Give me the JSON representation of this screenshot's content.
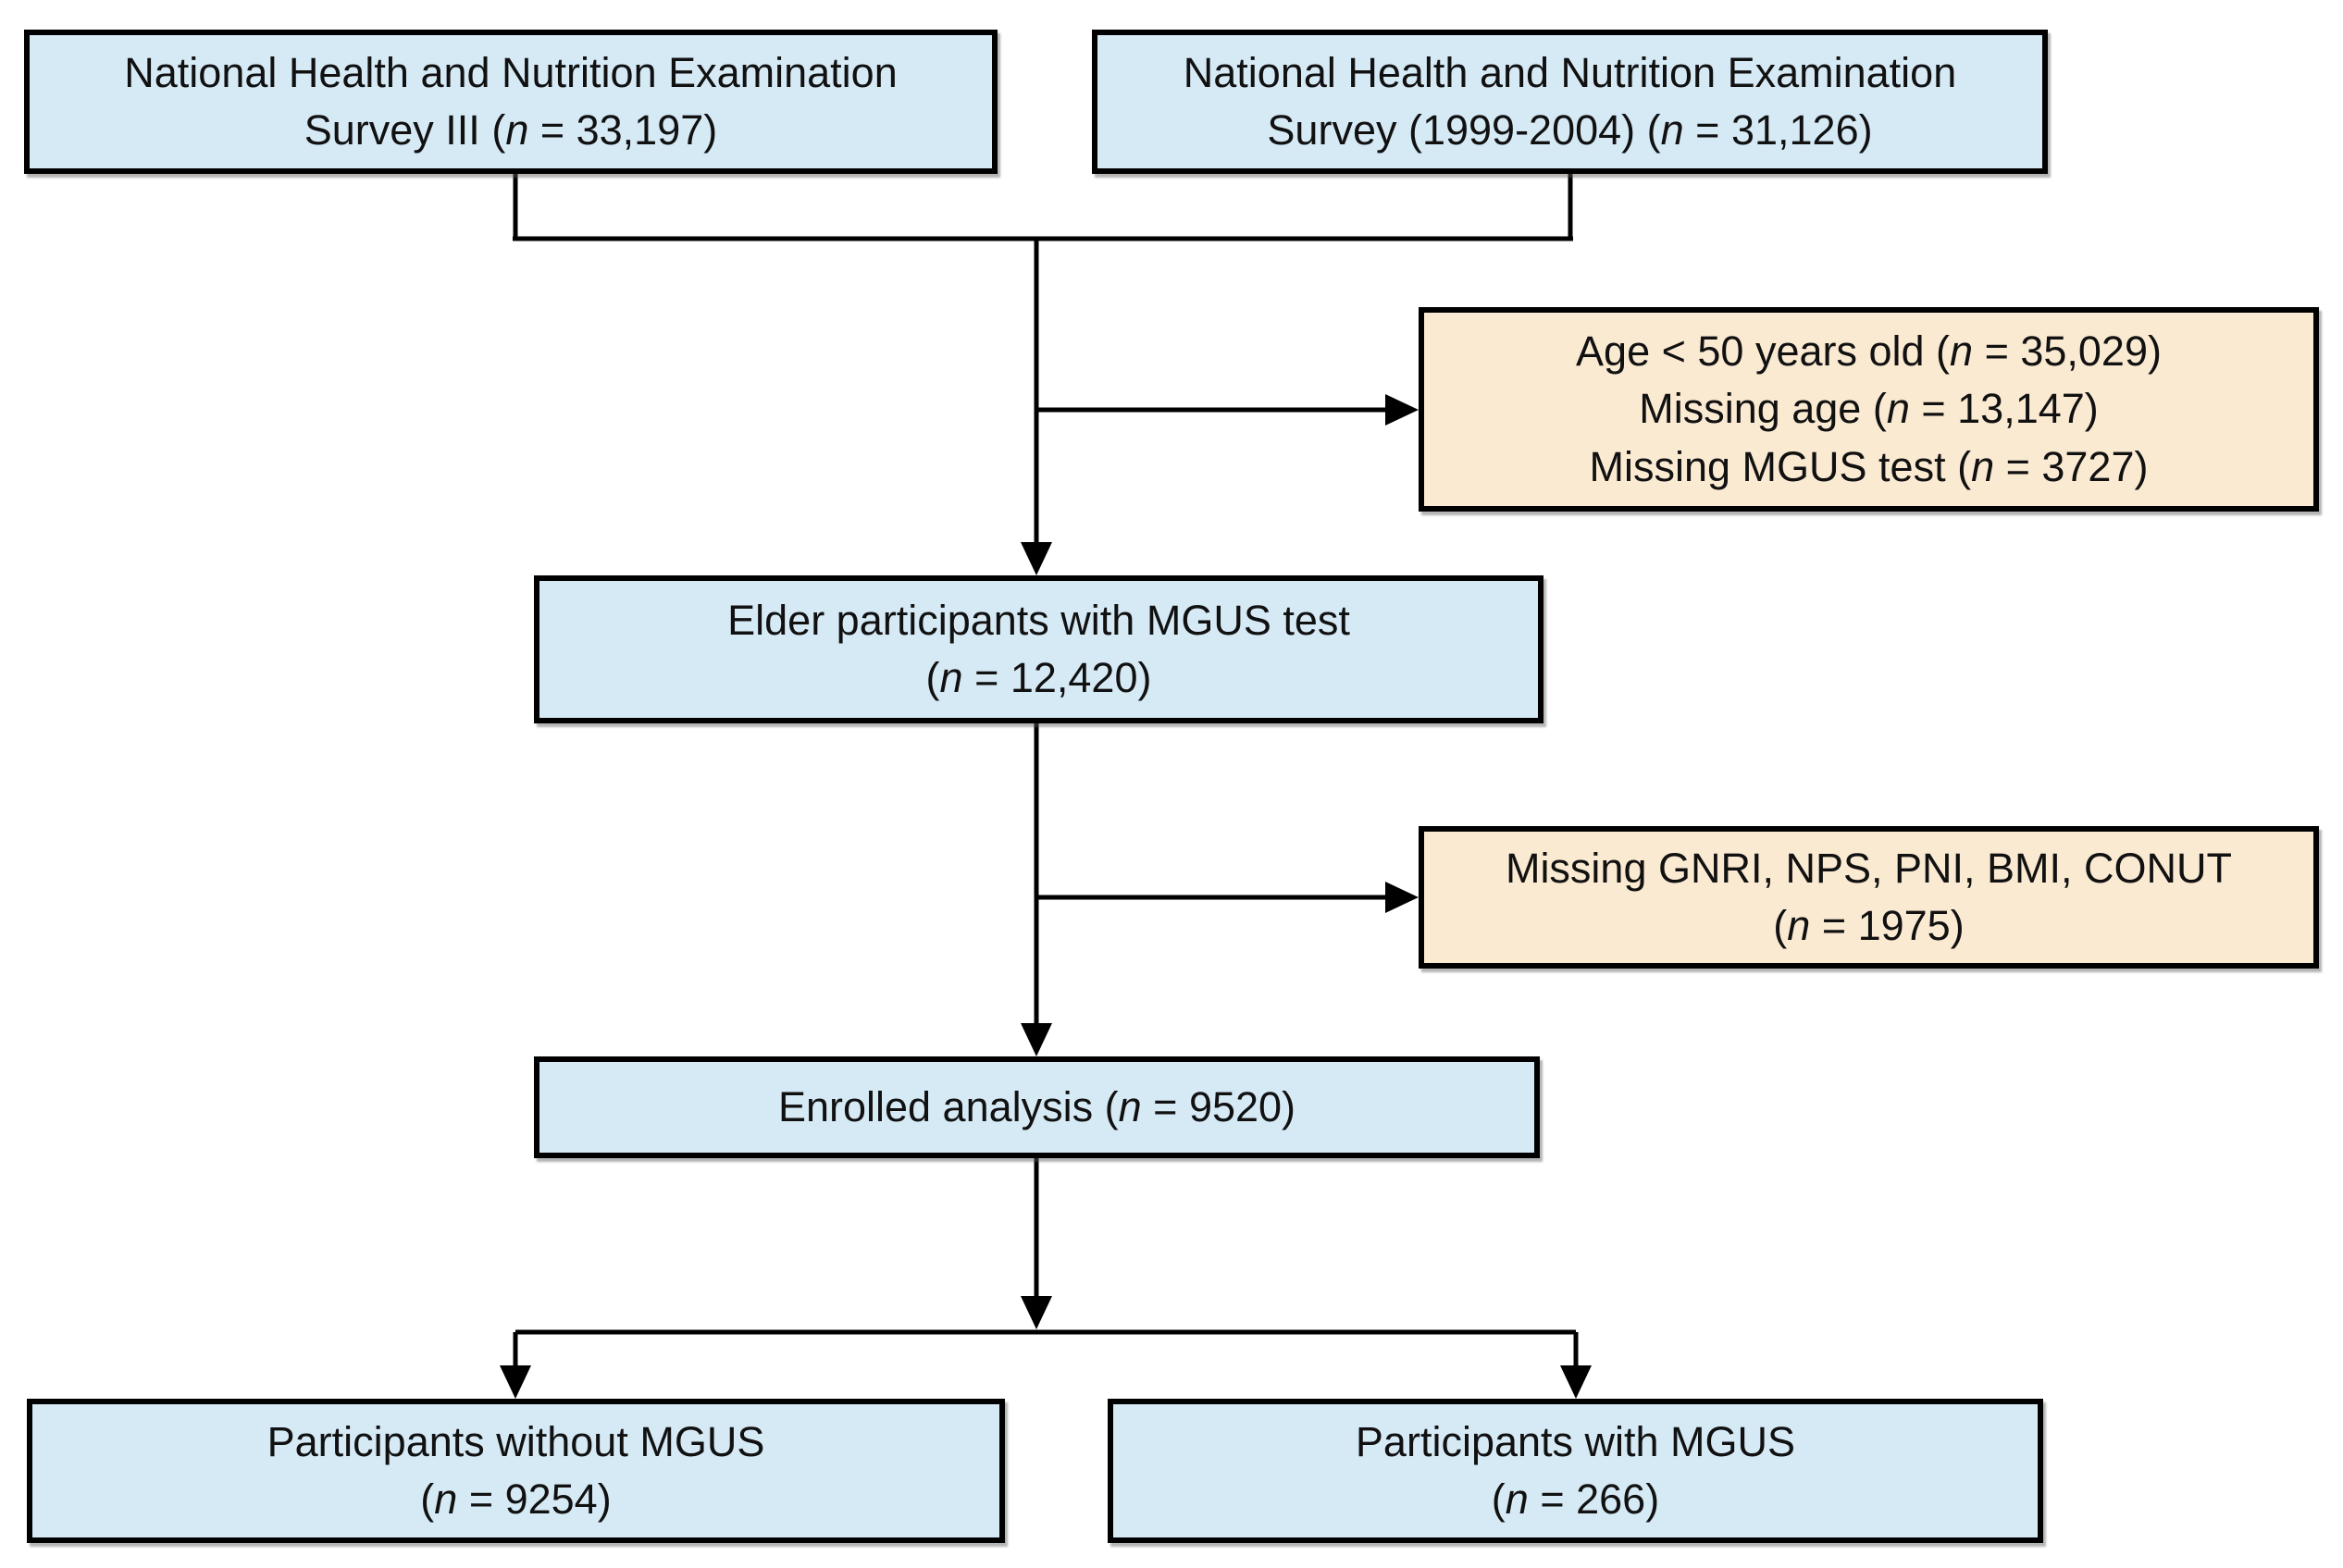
{
  "colors": {
    "box_fill_blue": "#d6eaf6",
    "box_fill_peach": "#fbead2",
    "box_border": "#000000",
    "line_color": "#000000",
    "text_color": "#111111",
    "page_bg": "#ffffff"
  },
  "diagram": {
    "type": "participant-flowchart",
    "nodes": {
      "nhanes3": {
        "fill": "blue",
        "lines": [
          [
            {
              "t": "National Health and Nutrition Examination"
            }
          ],
          [
            {
              "t": "Survey III ("
            },
            {
              "t": "n",
              "i": true
            },
            {
              "t": " = 33,197)"
            }
          ]
        ]
      },
      "nhanes99": {
        "fill": "blue",
        "lines": [
          [
            {
              "t": "National Health and Nutrition Examination"
            }
          ],
          [
            {
              "t": "Survey (1999-2004) ("
            },
            {
              "t": "n",
              "i": true
            },
            {
              "t": " = 31,126)"
            }
          ]
        ]
      },
      "exclusion1": {
        "fill": "peach",
        "lines": [
          [
            {
              "t": "Age < 50 years old ("
            },
            {
              "t": "n",
              "i": true
            },
            {
              "t": " = 35,029)"
            }
          ],
          [
            {
              "t": "Missing age ("
            },
            {
              "t": "n",
              "i": true
            },
            {
              "t": " = 13,147)"
            }
          ],
          [
            {
              "t": "Missing MGUS test ("
            },
            {
              "t": "n",
              "i": true
            },
            {
              "t": " = 3727)"
            }
          ]
        ]
      },
      "elder": {
        "fill": "blue",
        "lines": [
          [
            {
              "t": "Elder participants with MGUS test"
            }
          ],
          [
            {
              "t": "("
            },
            {
              "t": "n",
              "i": true
            },
            {
              "t": " = 12,420)"
            }
          ]
        ]
      },
      "exclusion2": {
        "fill": "peach",
        "lines": [
          [
            {
              "t": "Missing GNRI, NPS, PNI, BMI, CONUT"
            }
          ],
          [
            {
              "t": "("
            },
            {
              "t": "n",
              "i": true
            },
            {
              "t": " = 1975)"
            }
          ]
        ]
      },
      "enrolled": {
        "fill": "blue",
        "lines": [
          [
            {
              "t": "Enrolled analysis ("
            },
            {
              "t": "n",
              "i": true
            },
            {
              "t": " = 9520)"
            }
          ]
        ]
      },
      "without_mgus": {
        "fill": "blue",
        "lines": [
          [
            {
              "t": "Participants without MGUS"
            }
          ],
          [
            {
              "t": "("
            },
            {
              "t": "n",
              "i": true
            },
            {
              "t": " = 9254)"
            }
          ]
        ]
      },
      "with_mgus": {
        "fill": "blue",
        "lines": [
          [
            {
              "t": "Participants with MGUS"
            }
          ],
          [
            {
              "t": "("
            },
            {
              "t": "n",
              "i": true
            },
            {
              "t": " = 266)"
            }
          ]
        ]
      }
    }
  }
}
